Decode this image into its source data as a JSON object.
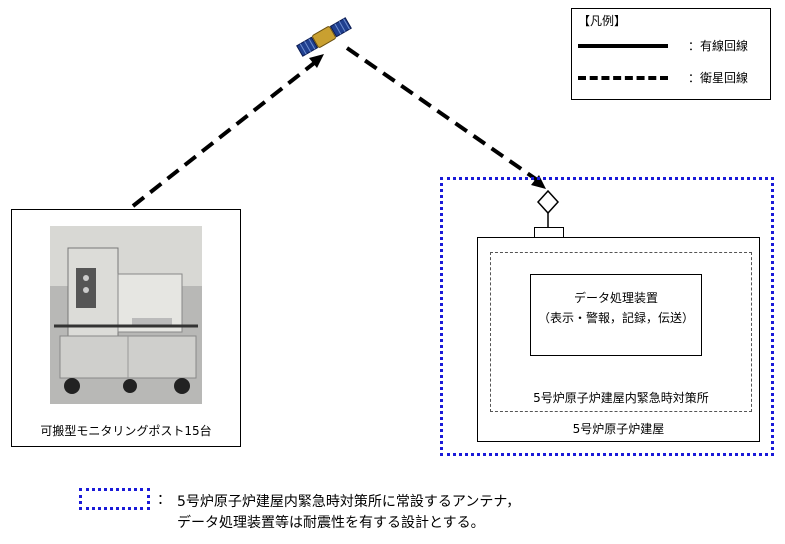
{
  "legend": {
    "title": "【凡例】",
    "items": [
      {
        "label": "有線回線",
        "style": "solid"
      },
      {
        "label": "衛星回線",
        "style": "dashed"
      }
    ],
    "separator": "："
  },
  "device": {
    "label": "可搬型モニタリングポスト15台"
  },
  "processing_unit": {
    "title": "データ処理装置",
    "subtitle": "（表示・警報，記録，伝送）"
  },
  "hq": {
    "label": "5号炉原子炉建屋内緊急時対策所"
  },
  "building": {
    "label": "5号炉原子炉建屋"
  },
  "note": {
    "separator": "：",
    "line1": "5号炉原子炉建屋内緊急時対策所に常設するアンテナ，",
    "line2": "データ処理装置等は耐震性を有する設計とする。"
  },
  "colors": {
    "seismic_boundary": "#1a1ad8",
    "lines": "#000000"
  }
}
